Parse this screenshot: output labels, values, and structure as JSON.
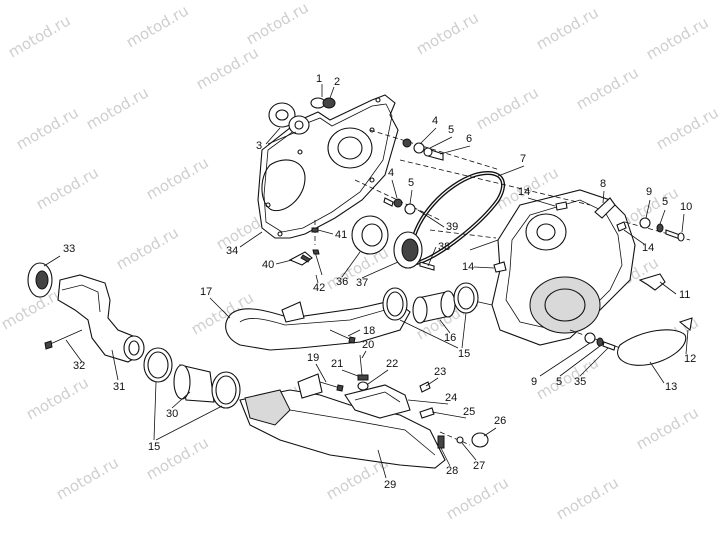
{
  "watermark": "motod.ru",
  "labels": {
    "l1": "1",
    "l2": "2",
    "l3": "3",
    "l4a": "4",
    "l5a": "5",
    "l6": "6",
    "l7": "7",
    "l8": "8",
    "l9a": "9",
    "l5b": "5",
    "l10": "10",
    "l14a": "14",
    "l4b": "4",
    "l5c": "5",
    "l39": "39",
    "l14b": "14",
    "l41": "41",
    "l34": "34",
    "l40": "40",
    "l36": "36",
    "l37": "37",
    "l38": "38",
    "l14c": "14",
    "l42": "42",
    "l33": "33",
    "l17": "17",
    "l11": "11",
    "l18": "18",
    "l16": "16",
    "l15a": "15",
    "l12": "12",
    "l20": "20",
    "l32": "32",
    "l19": "19",
    "l21": "21",
    "l22": "22",
    "l9b": "9",
    "l5d": "5",
    "l35": "35",
    "l13": "13",
    "l31": "31",
    "l23": "23",
    "l30": "30",
    "l24": "24",
    "l15b": "15",
    "l25": "25",
    "l26": "26",
    "l28": "28",
    "l27": "27",
    "l29": "29"
  }
}
